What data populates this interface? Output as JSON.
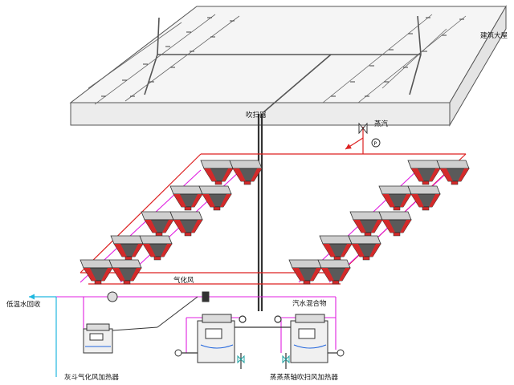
{
  "labels": {
    "building": "建筑大屋",
    "blow_pipe": "吹扫器",
    "steam": "蒸汽",
    "gasify_air": "气化风",
    "low_temp_water_return": "低温水回收",
    "steam_water_mix": "汽水混合物",
    "hopper_gasify_heater": "灰斗气化风加热器",
    "blower_heater": "蒸蒸蒸轴吹扫风加热器"
  },
  "colors": {
    "outline": "#555555",
    "pipe_dark": "#333333",
    "steam_red": "#dd2222",
    "magenta": "#e020e0",
    "cyan": "#20b8e0",
    "slab_fill": "#f5f5f5",
    "hopper_dark": "#5a5a5a",
    "hopper_red": "#d42a2a",
    "hopper_light": "#cfcfcf"
  },
  "icons": [
    "valve-icon",
    "pump-icon",
    "trap-icon",
    "gauge-icon",
    "flow-arrow-icon"
  ]
}
